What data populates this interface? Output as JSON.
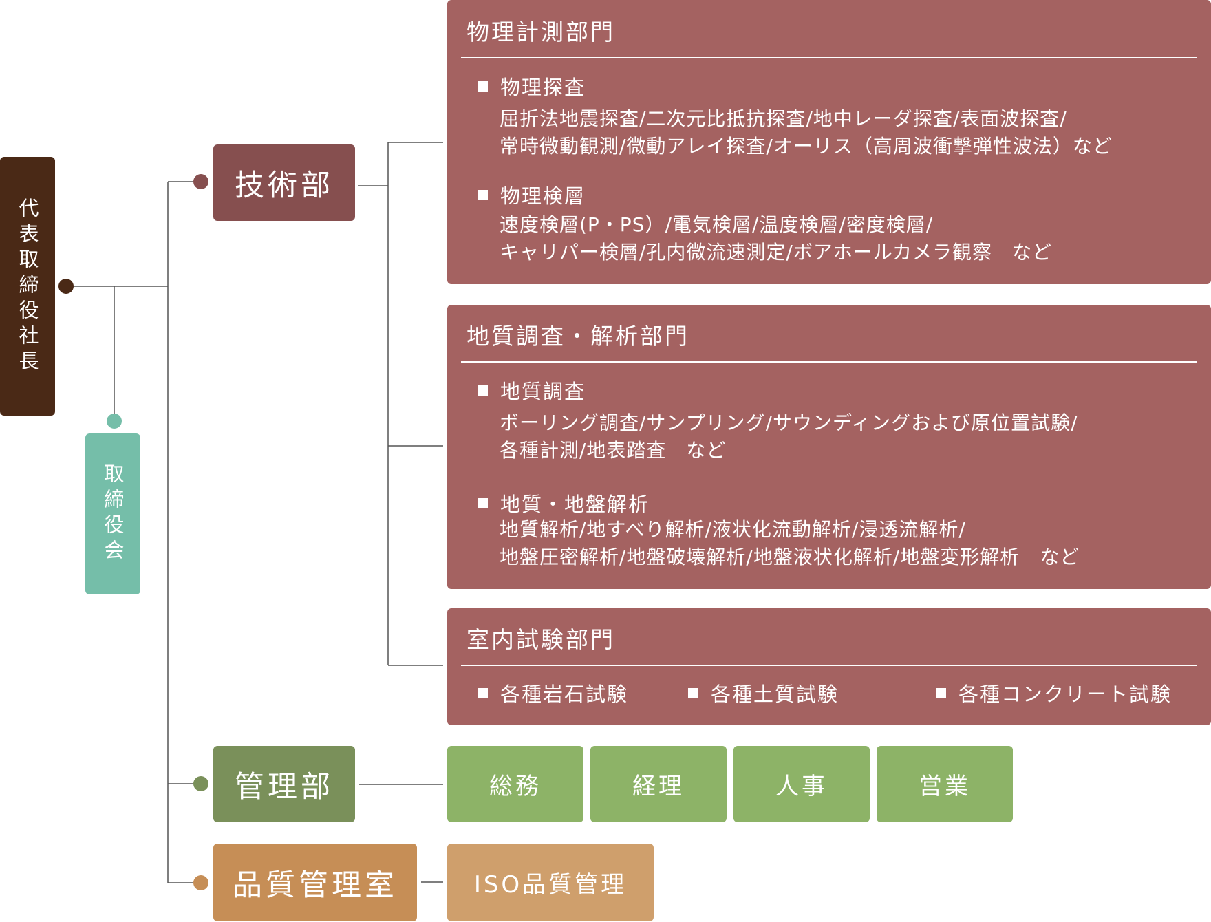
{
  "ceo": {
    "label": "代表取締役社長",
    "color": "#4a2916"
  },
  "board": {
    "label": "取締役会",
    "color": "#75bea9"
  },
  "tech_dept": {
    "label": "技術部",
    "color": "#864f4f",
    "divisions": [
      {
        "title": "物理計測部門",
        "sections": [
          {
            "title": "物理探査",
            "lines": [
              "屈折法地震探査/二次元比抵抗探査/地中レーダ探査/表面波探査/",
              "常時微動観測/微動アレイ探査/オーリス（高周波衝撃弾性波法）など"
            ]
          },
          {
            "title": "物理検層",
            "lines": [
              "速度検層(P・PS）/電気検層/温度検層/密度検層/",
              "キャリパー検層/孔内微流速測定/ボアホールカメラ観察　など"
            ]
          }
        ]
      },
      {
        "title": "地質調査・解析部門",
        "sections": [
          {
            "title": "地質調査",
            "lines": [
              "ボーリング調査/サンプリング/サウンディングおよび原位置試験/",
              "各種計測/地表踏査　など"
            ]
          },
          {
            "title": "地質・地盤解析",
            "lines": [
              "地質解析/地すべり解析/液状化流動解析/浸透流解析/",
              "地盤圧密解析/地盤破壊解析/地盤液状化解析/地盤変形解析　など"
            ]
          }
        ]
      },
      {
        "title": "室内試験部門",
        "items": [
          "各種岩石試験",
          "各種土質試験",
          "各種コンクリート試験"
        ]
      }
    ]
  },
  "mgmt_dept": {
    "label": "管理部",
    "color": "#7a905a",
    "units": [
      "総務",
      "経理",
      "人事",
      "営業"
    ]
  },
  "qa_dept": {
    "label": "品質管理室",
    "color": "#c68e56",
    "units": [
      "ISO品質管理"
    ]
  }
}
